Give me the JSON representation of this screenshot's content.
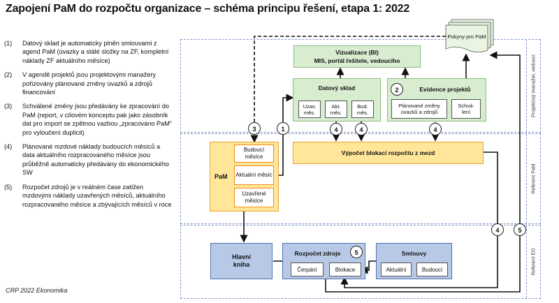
{
  "title": "Zapojení PaM do rozpočtu organizace – schéma principu řešení, etapa 1: 2022",
  "footer": "CRP 2022 Ekonomika",
  "steps": [
    {
      "num": "(1)",
      "text": "Datový sklad je automaticky plněn smlouvami z agend PaM (úvazky a stálé složky na ZF, kompletní náklady ZF aktuálního měsíce)"
    },
    {
      "num": "(2)",
      "text": "V agendě projektů jsou projektovými manažery pořizovány plánované změny úvazků a zdrojů financování"
    },
    {
      "num": "(3)",
      "text": "Schválené změny jsou předávány ke zpracování do PaM (report, v cílovém konceptu pak jako zásobník dat pro import se zpětnou vazbou „zpracováno PaM“ pro vyloučení duplicit)"
    },
    {
      "num": "(4)",
      "text": "Plánované mzdové náklady budoucích měsíců a data aktuálního rozpracovaného měsíce jsou průběžně automaticky předávány do ekonomického SW"
    },
    {
      "num": "(5)",
      "text": "Rozpočet zdrojů je v reálném čase zatížen mzdovými náklady uzavřených měsíců, aktuálního rozpracovaného měsíce a zbývajících měsíců v roce"
    }
  ],
  "lanes": {
    "top": "Projektový manažer, vedoucí",
    "middle": "Referent PaM",
    "bottom": "Referent EO"
  },
  "nodes": {
    "pokyny": "Pokyny pro PaM",
    "vizualizace_title": "Vizualizace (BI)",
    "vizualizace_sub": "MIS, portál řešitele, vedoucího",
    "datovy_sklad": "Datový sklad",
    "uzav": "Uzav. měs.",
    "akt": "Akt. měs.",
    "bud": "Bud. měs.",
    "evidence": "Evidence projektů",
    "planovane": "Plánované změny úvazků a zdrojů",
    "schvaleni": "Schvá- lení",
    "vypocet": "Výpočet blokací rozpočtu z mezd",
    "pam": "PaM",
    "budouci_mesice": "Budoucí měsíce",
    "aktualni_mesic": "Aktuální měsíc",
    "uzavrene_mesice": "Uzavřené měsíce",
    "hlavni_kniha": "Hlavní kniha",
    "rozpocet_zdroje": "Rozpočet zdroje",
    "cerpani": "Čerpání",
    "blokace": "Blokace",
    "smlouvy": "Smlouvy",
    "aktualni": "Aktuální",
    "budouci": "Budoucí"
  },
  "markers": {
    "m1": "1",
    "m2": "2",
    "m3": "3",
    "m4": "4",
    "m5": "5"
  }
}
